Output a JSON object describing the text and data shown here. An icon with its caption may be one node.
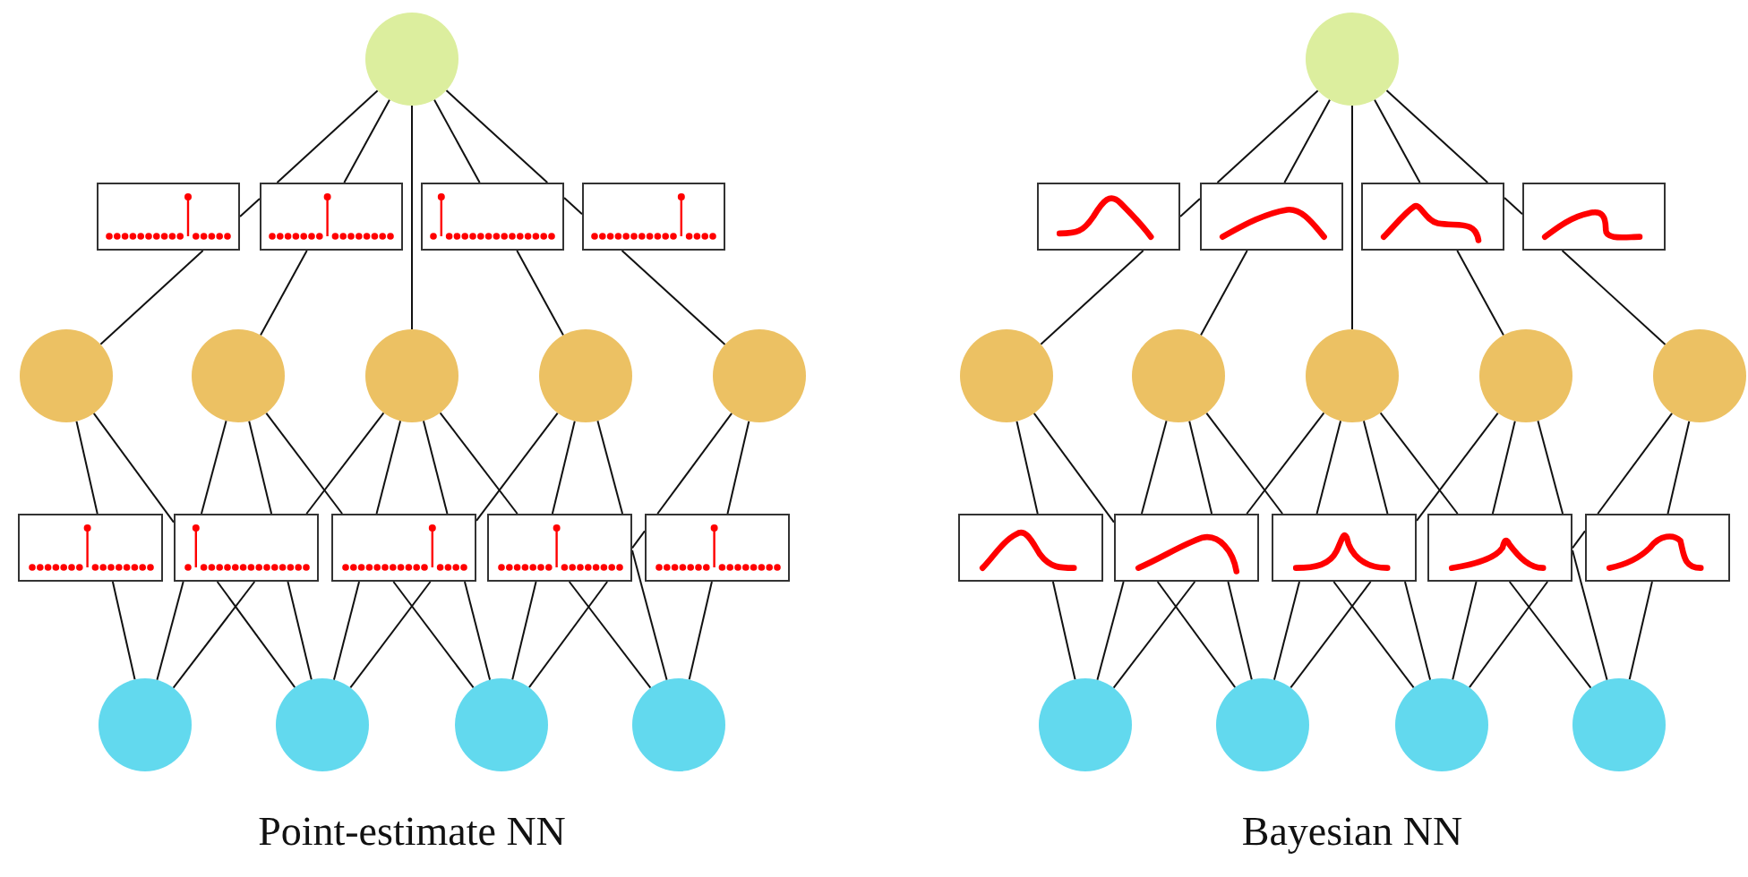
{
  "diagram": {
    "nodes": [
      {
        "text": [],
        "shape": "circle"
      },
      {
        "text": [],
        "shape": "box"
      },
      {
        "text": [],
        "shape": "box"
      },
      {
        "text": [],
        "shape": "box"
      },
      {
        "text": [],
        "shape": "box"
      },
      {
        "text": [],
        "shape": "circle"
      },
      {
        "text": [],
        "shape": "circle"
      },
      {
        "text": [],
        "shape": "circle"
      },
      {
        "text": [],
        "shape": "circle"
      },
      {
        "text": [],
        "shape": "circle"
      },
      {
        "text": [],
        "shape": "box"
      },
      {
        "text": [],
        "shape": "box"
      },
      {
        "text": [],
        "shape": "box"
      },
      {
        "text": [],
        "shape": "box"
      },
      {
        "text": [],
        "shape": "box"
      },
      {
        "text": [],
        "shape": "circle"
      },
      {
        "text": [],
        "shape": "circle"
      },
      {
        "text": [],
        "shape": "circle"
      },
      {
        "text": [],
        "shape": "circle"
      },
      {
        "text": [],
        "shape": "circle"
      },
      {
        "text": [],
        "shape": "box"
      },
      {
        "text": [],
        "shape": "box"
      },
      {
        "text": [],
        "shape": "box"
      },
      {
        "text": [],
        "shape": "box"
      },
      {
        "text": [],
        "shape": "circle"
      },
      {
        "text": [],
        "shape": "circle"
      },
      {
        "text": [],
        "shape": "circle"
      },
      {
        "text": [],
        "shape": "circle"
      },
      {
        "text": [],
        "shape": "circle"
      },
      {
        "text": [],
        "shape": "box"
      },
      {
        "text": [],
        "shape": "box"
      },
      {
        "text": [],
        "shape": "box"
      },
      {
        "text": [],
        "shape": "box"
      },
      {
        "text": [],
        "shape": "box"
      },
      {
        "text": [],
        "shape": "circle"
      },
      {
        "text": [],
        "shape": "circle"
      },
      {
        "text": [],
        "shape": "circle"
      },
      {
        "text": [],
        "shape": "circle"
      }
    ],
    "edges": [
      {
        "from": 0,
        "to": 2,
        "arrow": "none"
      },
      {
        "from": 2,
        "to": 1,
        "arrow": "none"
      },
      {
        "from": 1,
        "to": 5,
        "arrow": "none"
      },
      {
        "from": 0,
        "to": 2,
        "arrow": "none"
      },
      {
        "from": 2,
        "to": 6,
        "arrow": "none"
      },
      {
        "from": 0,
        "to": 7,
        "arrow": "none"
      },
      {
        "from": 0,
        "to": 3,
        "arrow": "none"
      },
      {
        "from": 3,
        "to": 8,
        "arrow": "none"
      },
      {
        "from": 0,
        "to": 3,
        "arrow": "none"
      },
      {
        "from": 3,
        "to": 4,
        "arrow": "none"
      },
      {
        "from": 4,
        "to": 9,
        "arrow": "none"
      },
      {
        "from": 5,
        "to": 10,
        "arrow": "none"
      },
      {
        "from": 10,
        "to": 15,
        "arrow": "none"
      },
      {
        "from": 5,
        "to": 11,
        "arrow": "none"
      },
      {
        "from": 11,
        "to": 16,
        "arrow": "none"
      },
      {
        "from": 6,
        "to": 11,
        "arrow": "none"
      },
      {
        "from": 11,
        "to": 15,
        "arrow": "none"
      },
      {
        "from": 6,
        "to": 11,
        "arrow": "none"
      },
      {
        "from": 11,
        "to": 16,
        "arrow": "none"
      },
      {
        "from": 6,
        "to": 12,
        "arrow": "none"
      },
      {
        "from": 12,
        "to": 17,
        "arrow": "none"
      },
      {
        "from": 7,
        "to": 11,
        "arrow": "none"
      },
      {
        "from": 11,
        "to": 15,
        "arrow": "none"
      },
      {
        "from": 7,
        "to": 12,
        "arrow": "none"
      },
      {
        "from": 12,
        "to": 16,
        "arrow": "none"
      },
      {
        "from": 7,
        "to": 12,
        "arrow": "none"
      },
      {
        "from": 12,
        "to": 17,
        "arrow": "none"
      },
      {
        "from": 7,
        "to": 13,
        "arrow": "none"
      },
      {
        "from": 13,
        "to": 18,
        "arrow": "none"
      },
      {
        "from": 8,
        "to": 12,
        "arrow": "none"
      },
      {
        "from": 12,
        "to": 16,
        "arrow": "none"
      },
      {
        "from": 8,
        "to": 13,
        "arrow": "none"
      },
      {
        "from": 13,
        "to": 17,
        "arrow": "none"
      },
      {
        "from": 8,
        "to": 13,
        "arrow": "none"
      },
      {
        "from": 13,
        "to": 18,
        "arrow": "none"
      },
      {
        "from": 9,
        "to": 14,
        "arrow": "none"
      },
      {
        "from": 14,
        "to": 13,
        "arrow": "none"
      },
      {
        "from": 13,
        "to": 17,
        "arrow": "none"
      },
      {
        "from": 9,
        "to": 14,
        "arrow": "none"
      },
      {
        "from": 14,
        "to": 18,
        "arrow": "none"
      },
      {
        "from": 19,
        "to": 21,
        "arrow": "none"
      },
      {
        "from": 21,
        "to": 20,
        "arrow": "none"
      },
      {
        "from": 20,
        "to": 24,
        "arrow": "none"
      },
      {
        "from": 19,
        "to": 21,
        "arrow": "none"
      },
      {
        "from": 21,
        "to": 25,
        "arrow": "none"
      },
      {
        "from": 19,
        "to": 26,
        "arrow": "none"
      },
      {
        "from": 19,
        "to": 22,
        "arrow": "none"
      },
      {
        "from": 22,
        "to": 27,
        "arrow": "none"
      },
      {
        "from": 19,
        "to": 22,
        "arrow": "none"
      },
      {
        "from": 22,
        "to": 23,
        "arrow": "none"
      },
      {
        "from": 23,
        "to": 28,
        "arrow": "none"
      },
      {
        "from": 24,
        "to": 29,
        "arrow": "none"
      },
      {
        "from": 29,
        "to": 34,
        "arrow": "none"
      },
      {
        "from": 24,
        "to": 30,
        "arrow": "none"
      },
      {
        "from": 30,
        "to": 35,
        "arrow": "none"
      },
      {
        "from": 25,
        "to": 30,
        "arrow": "none"
      },
      {
        "from": 30,
        "to": 34,
        "arrow": "none"
      },
      {
        "from": 25,
        "to": 30,
        "arrow": "none"
      },
      {
        "from": 30,
        "to": 35,
        "arrow": "none"
      },
      {
        "from": 25,
        "to": 31,
        "arrow": "none"
      },
      {
        "from": 31,
        "to": 36,
        "arrow": "none"
      },
      {
        "from": 26,
        "to": 30,
        "arrow": "none"
      },
      {
        "from": 30,
        "to": 34,
        "arrow": "none"
      },
      {
        "from": 26,
        "to": 31,
        "arrow": "none"
      },
      {
        "from": 31,
        "to": 35,
        "arrow": "none"
      },
      {
        "from": 26,
        "to": 31,
        "arrow": "none"
      },
      {
        "from": 31,
        "to": 36,
        "arrow": "none"
      },
      {
        "from": 26,
        "to": 32,
        "arrow": "none"
      },
      {
        "from": 32,
        "to": 37,
        "arrow": "none"
      },
      {
        "from": 27,
        "to": 31,
        "arrow": "none"
      },
      {
        "from": 31,
        "to": 35,
        "arrow": "none"
      },
      {
        "from": 27,
        "to": 32,
        "arrow": "none"
      },
      {
        "from": 32,
        "to": 36,
        "arrow": "none"
      },
      {
        "from": 27,
        "to": 32,
        "arrow": "none"
      },
      {
        "from": 32,
        "to": 37,
        "arrow": "none"
      },
      {
        "from": 28,
        "to": 33,
        "arrow": "none"
      },
      {
        "from": 33,
        "to": 32,
        "arrow": "none"
      },
      {
        "from": 32,
        "to": 36,
        "arrow": "none"
      },
      {
        "from": 28,
        "to": 33,
        "arrow": "none"
      },
      {
        "from": 33,
        "to": 37,
        "arrow": "none"
      }
    ],
    "labels": [
      "Point-estimate NN",
      "Bayesian NN"
    ]
  }
}
